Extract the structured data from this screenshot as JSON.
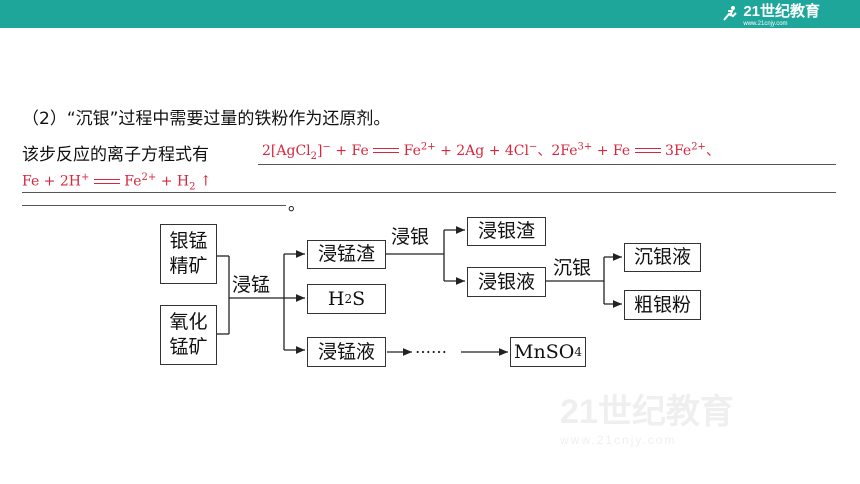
{
  "header": {
    "logo_text": "21世纪教育",
    "logo_url": "www.21cnjy.com"
  },
  "question": {
    "text": "（2）“沉银”过程中需要过量的铁粉作为还原剂。",
    "prompt": "该步反应的离子方程式有",
    "end": "。"
  },
  "answer": {
    "eq1_a": "2[AgCl",
    "eq1_a_sub": "2",
    "eq1_a_sup": "−",
    "eq1_b": " + Fe ",
    "eq1_c": " Fe",
    "eq1_c_sup": "2+",
    "eq1_d": " + 2Ag + 4Cl",
    "eq1_d_sup": "−",
    "sep": "、",
    "eq2_a": "2Fe",
    "eq2_a_sup": "3+",
    "eq2_b": " + Fe ",
    "eq2_c": " 3Fe",
    "eq2_c_sup": "2+",
    "sep2": "、",
    "eq3_a": "Fe + 2H",
    "eq3_a_sup": "+",
    "eq3_c": " Fe",
    "eq3_c_sup": "2+",
    "eq3_d": " + H",
    "eq3_d_sub": "2",
    "eq3_e": " ↑"
  },
  "diagram": {
    "ore1": "银锰\n精矿",
    "ore2": "氧化\n锰矿",
    "step_leach_mn": "浸锰",
    "mn_residue": "浸锰渣",
    "h2s_a": "H",
    "h2s_sub": "2",
    "h2s_b": "S",
    "mn_liquid": "浸锰液",
    "dots": "……",
    "mnso4_a": "MnSO",
    "mnso4_sub": "4",
    "step_leach_ag": "浸银",
    "ag_residue": "浸银渣",
    "ag_liquid": "浸银液",
    "step_precip_ag": "沉银",
    "precip_liquid": "沉银液",
    "crude_ag": "粗银粉"
  },
  "watermark": {
    "text": "21世纪教育",
    "url": "www.21cnjy.com"
  }
}
